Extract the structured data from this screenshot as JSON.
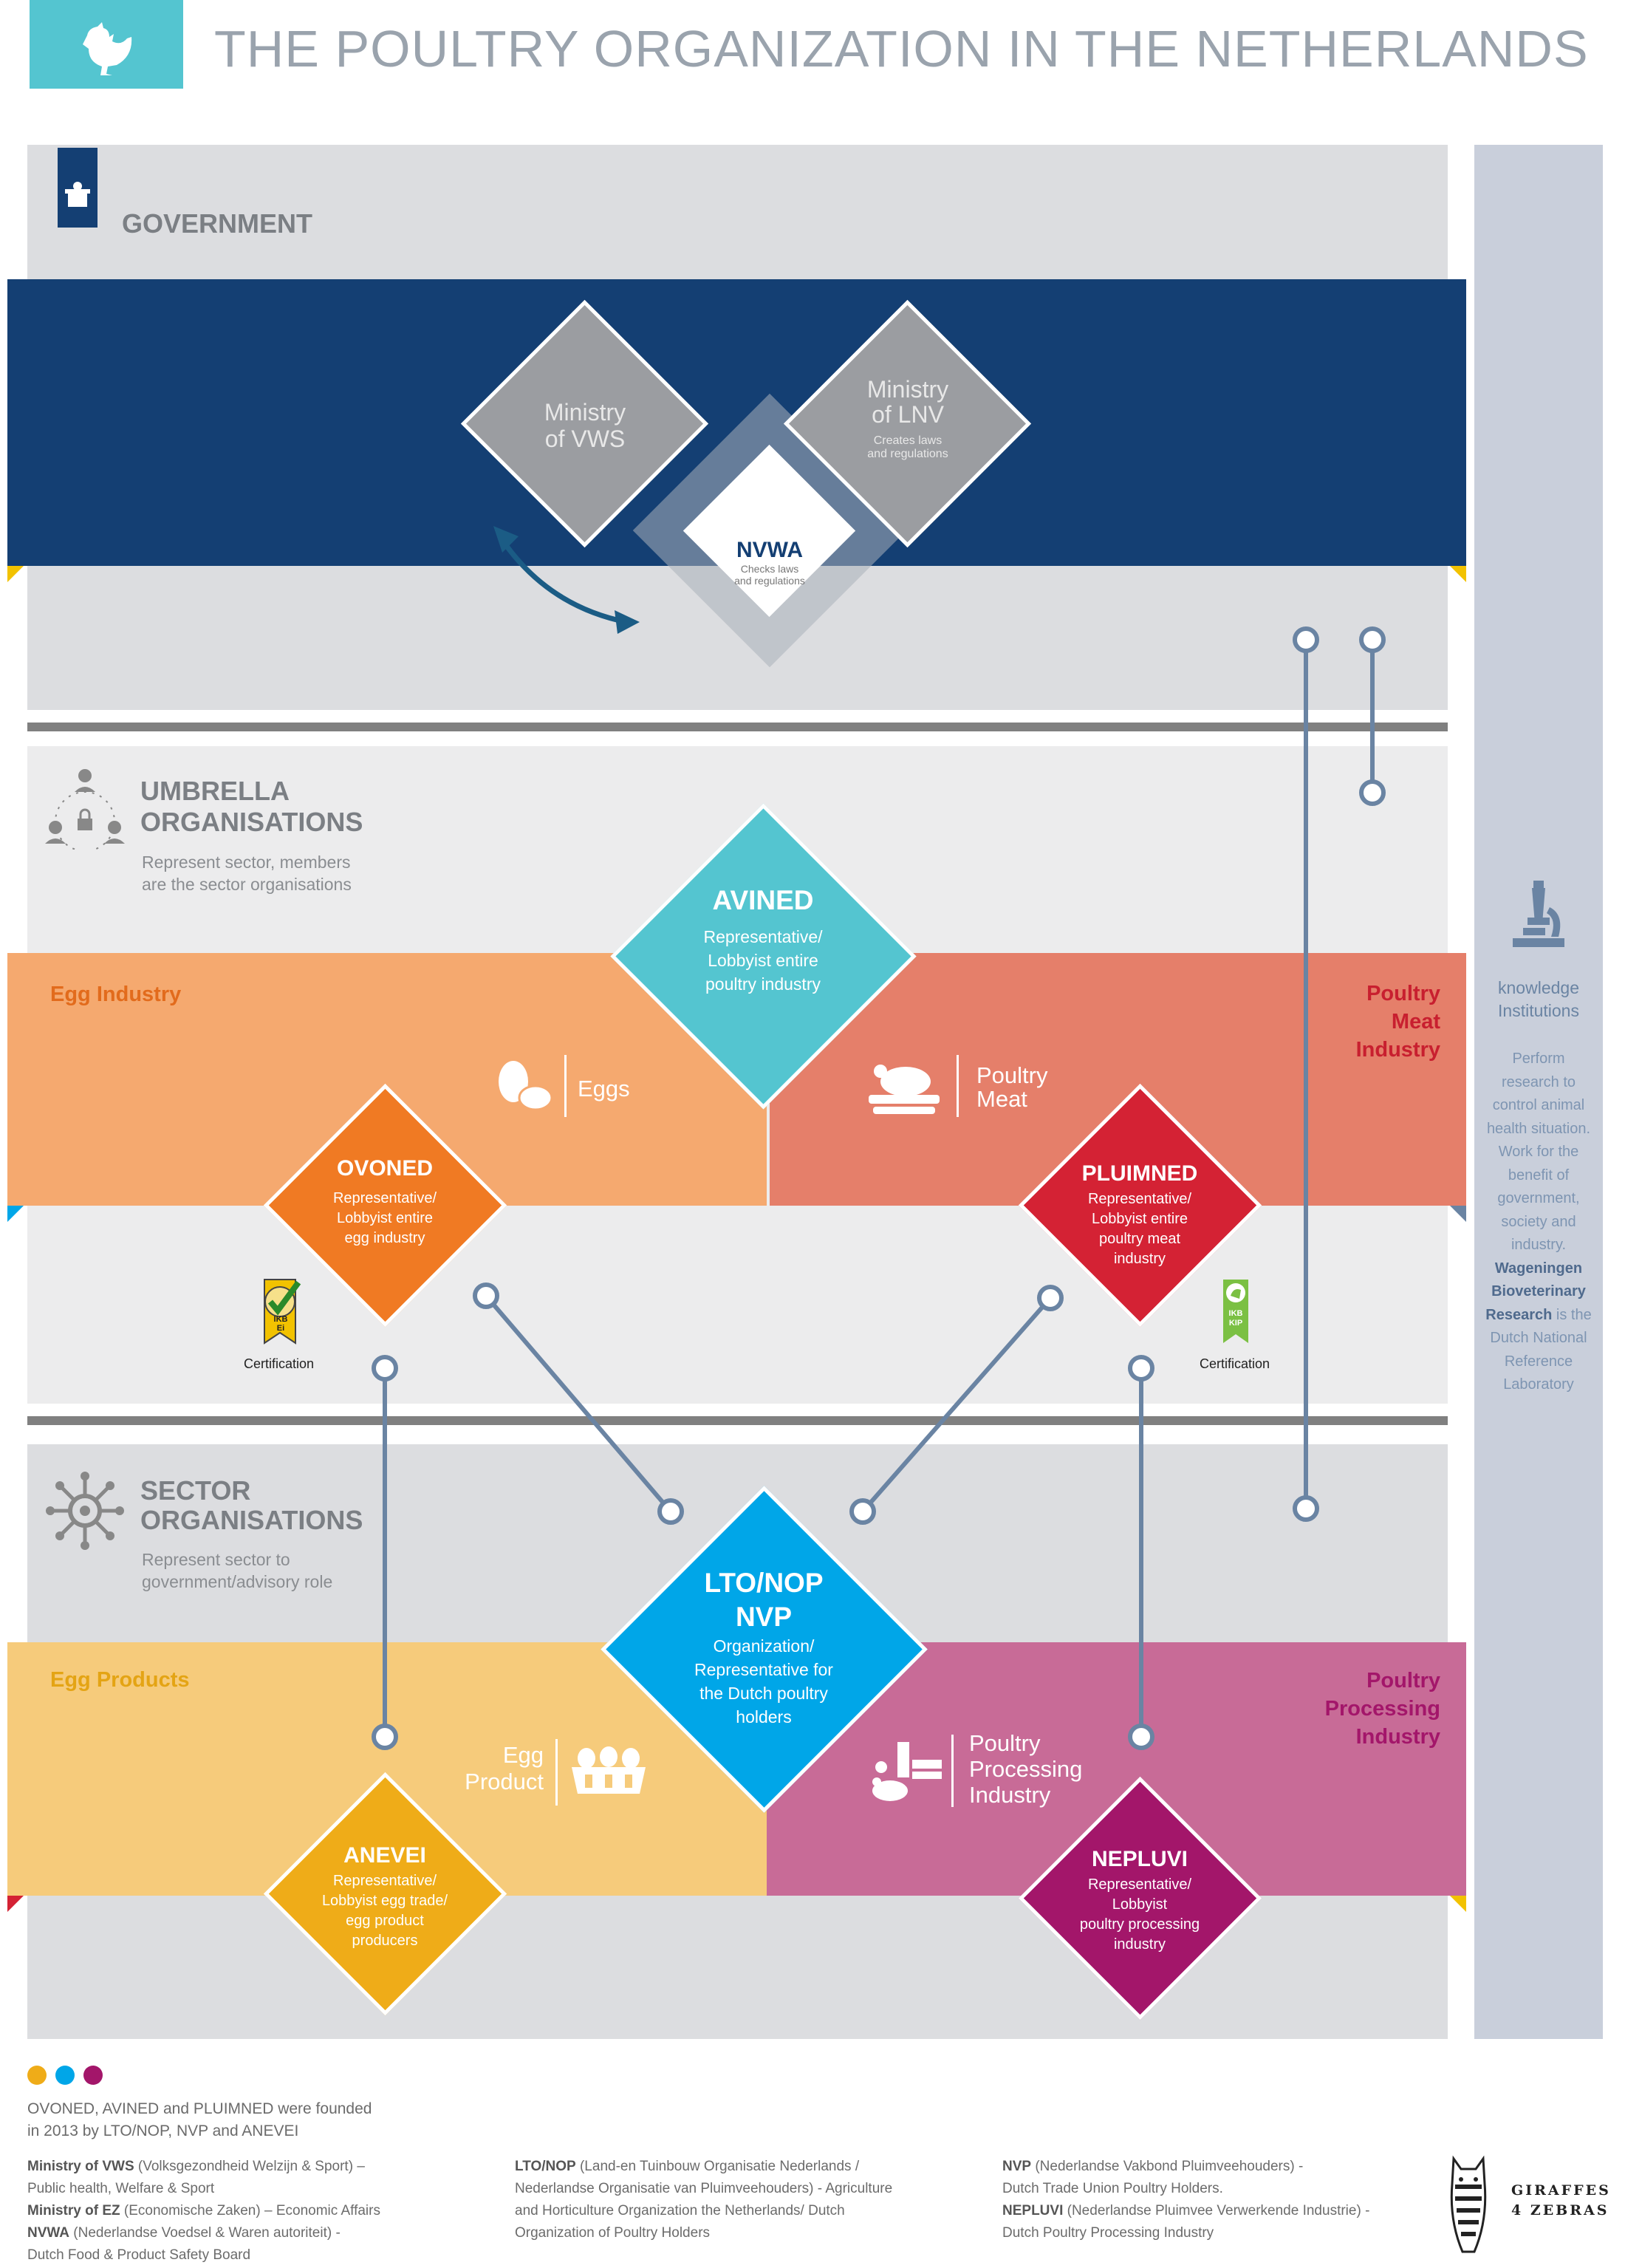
{
  "title": "THE POULTRY ORGANIZATION IN THE NETHERLANDS",
  "sections": {
    "government": {
      "label": "GOVERNMENT"
    },
    "umbrella": {
      "label_line1": "UMBRELLA",
      "label_line2": "ORGANISATIONS",
      "desc_line1": "Represent sector, members",
      "desc_line2": "are the sector organisations"
    },
    "sector": {
      "label_line1": "SECTOR",
      "label_line2": "ORGANISATIONS",
      "desc_line1": "Represent sector to",
      "desc_line2": "government/advisory role"
    }
  },
  "diamonds": {
    "vws": {
      "line1": "Ministry",
      "line2": "of VWS"
    },
    "lnv": {
      "line1": "Ministry",
      "line2": "of LNV",
      "sub1": "Creates laws",
      "sub2": "and regulations"
    },
    "nvwa": {
      "title": "NVWA",
      "sub1": "Checks laws",
      "sub2": "and regulations"
    },
    "avined": {
      "title": "AVINED",
      "sub1": "Representative/",
      "sub2": "Lobbyist entire",
      "sub3": "poultry industry"
    },
    "ovoned": {
      "title": "OVONED",
      "sub1": "Representative/",
      "sub2": "Lobbyist entire",
      "sub3": "egg industry"
    },
    "pluimned": {
      "title": "PLUIMNED",
      "sub1": "Representative/",
      "sub2": "Lobbyist entire",
      "sub3": "poultry meat",
      "sub4": "industry"
    },
    "lto": {
      "title1": "LTO/NOP",
      "title2": "NVP",
      "sub1": "Organization/",
      "sub2": "Representative for",
      "sub3": "the Dutch poultry",
      "sub4": "holders"
    },
    "anevei": {
      "title": "ANEVEI",
      "sub1": "Representative/",
      "sub2": "Lobbyist egg trade/",
      "sub3": "egg product",
      "sub4": "producers"
    },
    "nepluvi": {
      "title": "NEPLUVI",
      "sub1": "Representative/",
      "sub2": "Lobbyist",
      "sub3": "poultry processing",
      "sub4": "industry"
    }
  },
  "industries": {
    "egg_industry": "Egg Industry",
    "eggs": "Eggs",
    "poultry_meat_industry": [
      "Poultry",
      "Meat",
      "Industry"
    ],
    "poultry_meat": [
      "Poultry",
      "Meat"
    ],
    "egg_products": "Egg Products",
    "egg_product": [
      "Egg",
      "Product"
    ],
    "poultry_processing_industry": [
      "Poultry",
      "Processing",
      "Industry"
    ],
    "poultry_processing": [
      "Poultry",
      "Processing",
      "Industry"
    ]
  },
  "certification": {
    "left_label": "Certification",
    "left_badge": [
      "IKB",
      "Ei"
    ],
    "right_label": "Certification",
    "right_badge": [
      "IKB",
      "KIP"
    ]
  },
  "knowledge": {
    "title_line1": "knowledge",
    "title_line2": "Institutions",
    "desc": [
      "Perform",
      "research to",
      "control animal",
      "health situation.",
      "Work for the",
      "benefit of",
      "government,",
      "society and",
      "industry."
    ],
    "bold": [
      "Wageningen",
      "Bioveterinary",
      "Research"
    ],
    "desc2": [
      "is the",
      "Dutch National",
      "Reference",
      "Laboratory"
    ]
  },
  "footer": {
    "note_line1": "OVONED, AVINED and PLUIMNED were founded",
    "note_line2": "in 2013 by LTO/NOP, NVP and ANEVEI",
    "col1": [
      {
        "b": "Ministry of VWS",
        "t": " (Volksgezondheid Welzijn & Sport) –"
      },
      {
        "b": "",
        "t": "Public health, Welfare & Sport"
      },
      {
        "b": "Ministry of EZ",
        "t": " (Economische Zaken) – Economic Affairs"
      },
      {
        "b": "NVWA",
        "t": " (Nederlandse Voedsel & Waren autoriteit) -"
      },
      {
        "b": "",
        "t": "Dutch Food & Product Safety Board"
      }
    ],
    "col2": [
      {
        "b": "LTO/NOP",
        "t": " (Land-en Tuinbouw Organisatie Nederlands /"
      },
      {
        "b": "",
        "t": "Nederlandse Organisatie van Pluimveehouders) - Agriculture"
      },
      {
        "b": "",
        "t": "and Horticulture Organization the Netherlands/ Dutch"
      },
      {
        "b": "",
        "t": "Organization of Poultry Holders"
      }
    ],
    "col3": [
      {
        "b": "NVP",
        "t": " (Nederlandse Vakbond Pluimveehouders) -"
      },
      {
        "b": "",
        "t": "Dutch Trade Union Poultry Holders."
      },
      {
        "b": "NEPLUVI",
        "t": " (Nederlandse Pluimvee Verwerkende Industrie) -"
      },
      {
        "b": "",
        "t": "Dutch Poultry Processing Industry"
      }
    ],
    "logo_line1": "GIRAFFES",
    "logo_line2": "4 ZEBRAS"
  },
  "colors": {
    "navy": "#143f73",
    "teal": "#54c5d0",
    "egg": "#f5a96f",
    "meat": "#e57f6a",
    "eggprod": "#f6cb7b",
    "processing": "#c86b97",
    "connector": "#6a84a3",
    "ovoned": "#f07a23",
    "pluimned": "#d42234",
    "lto": "#00a6e8",
    "anevei": "#efac18",
    "nepluvi": "#a3166a"
  },
  "legend_dots": [
    "#efac18",
    "#00a6e8",
    "#a3166a"
  ]
}
